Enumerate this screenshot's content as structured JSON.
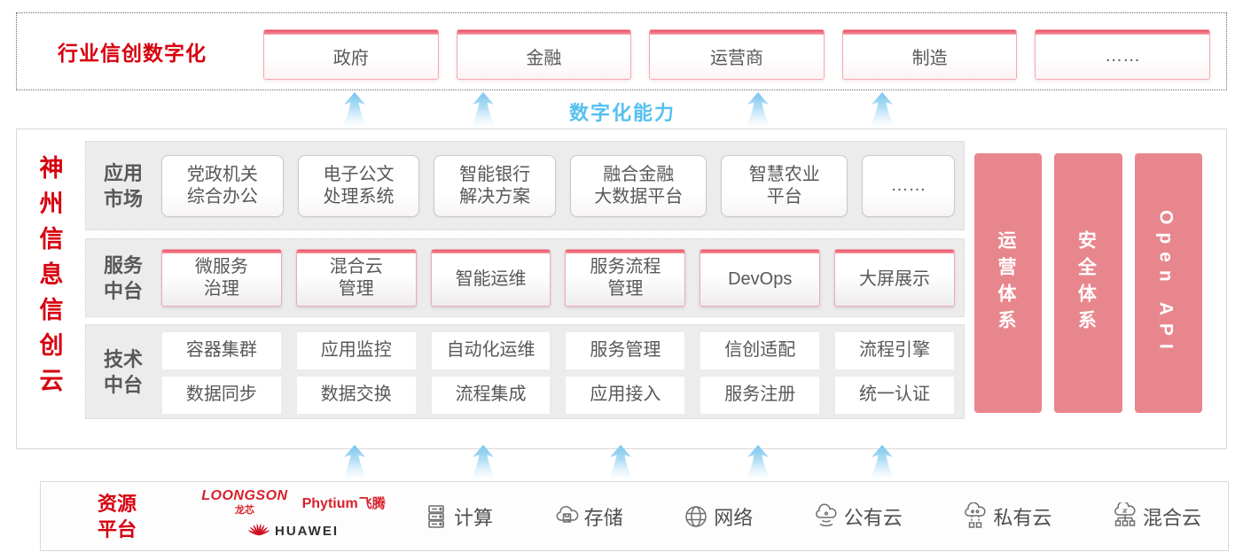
{
  "colors": {
    "brand_red": "#d7000f",
    "accent_pink_bar": "#eb4f63",
    "pink_border": "#f2a9b3",
    "pillar_salmon": "#e8868e",
    "capability_blue": "#55c0ee",
    "band_gray": "#ececec",
    "text_dark": "#595757"
  },
  "top_banner": {
    "label": "行业信创数字化",
    "industries": [
      "政府",
      "金融",
      "运营商",
      "制造",
      "……"
    ]
  },
  "capability": {
    "label": "数字化能力"
  },
  "cloud": {
    "title": "神州信息信创云",
    "title_chars": [
      "神",
      "州",
      "信",
      "息",
      "信",
      "创",
      "云"
    ],
    "rows": [
      {
        "label_lines": [
          "应用",
          "市场"
        ],
        "style": "round",
        "items": [
          [
            "党政机关",
            "综合办公"
          ],
          [
            "电子公文",
            "处理系统"
          ],
          [
            "智能银行",
            "解决方案"
          ],
          [
            "融合金融",
            "大数据平台"
          ],
          [
            "智慧农业",
            "平台"
          ],
          [
            "……"
          ]
        ]
      },
      {
        "label_lines": [
          "服务",
          "中台"
        ],
        "style": "pink-cap",
        "items": [
          [
            "微服务",
            "治理"
          ],
          [
            "混合云",
            "管理"
          ],
          [
            "智能运维"
          ],
          [
            "服务流程",
            "管理"
          ],
          [
            "DevOps"
          ],
          [
            "大屏展示"
          ]
        ]
      },
      {
        "label_lines": [
          "技术",
          "中台"
        ],
        "style": "flat",
        "items_rows": [
          [
            "容器集群",
            "应用监控",
            "自动化运维",
            "服务管理",
            "信创适配",
            "流程引擎"
          ],
          [
            "数据同步",
            "数据交换",
            "流程集成",
            "应用接入",
            "服务注册",
            "统一认证"
          ]
        ]
      }
    ],
    "pillars": [
      "运营体系",
      "安全体系",
      "Open API"
    ]
  },
  "resources": {
    "label_lines": [
      "资源",
      "平台"
    ],
    "vendors": [
      {
        "name": "loongson",
        "text": "LOONGSON",
        "sub": "龙芯"
      },
      {
        "name": "phytium",
        "text": "Phytium",
        "sub": "飞腾"
      },
      {
        "name": "huawei",
        "text": "HUAWEI",
        "icon": "huawei-flower-icon"
      }
    ],
    "items": [
      {
        "icon": "compute-icon",
        "label": "计算"
      },
      {
        "icon": "storage-icon",
        "label": "存储"
      },
      {
        "icon": "network-icon",
        "label": "网络"
      },
      {
        "icon": "public-cloud-icon",
        "label": "公有云"
      },
      {
        "icon": "private-cloud-icon",
        "label": "私有云"
      },
      {
        "icon": "hybrid-cloud-icon",
        "label": "混合云"
      }
    ]
  }
}
